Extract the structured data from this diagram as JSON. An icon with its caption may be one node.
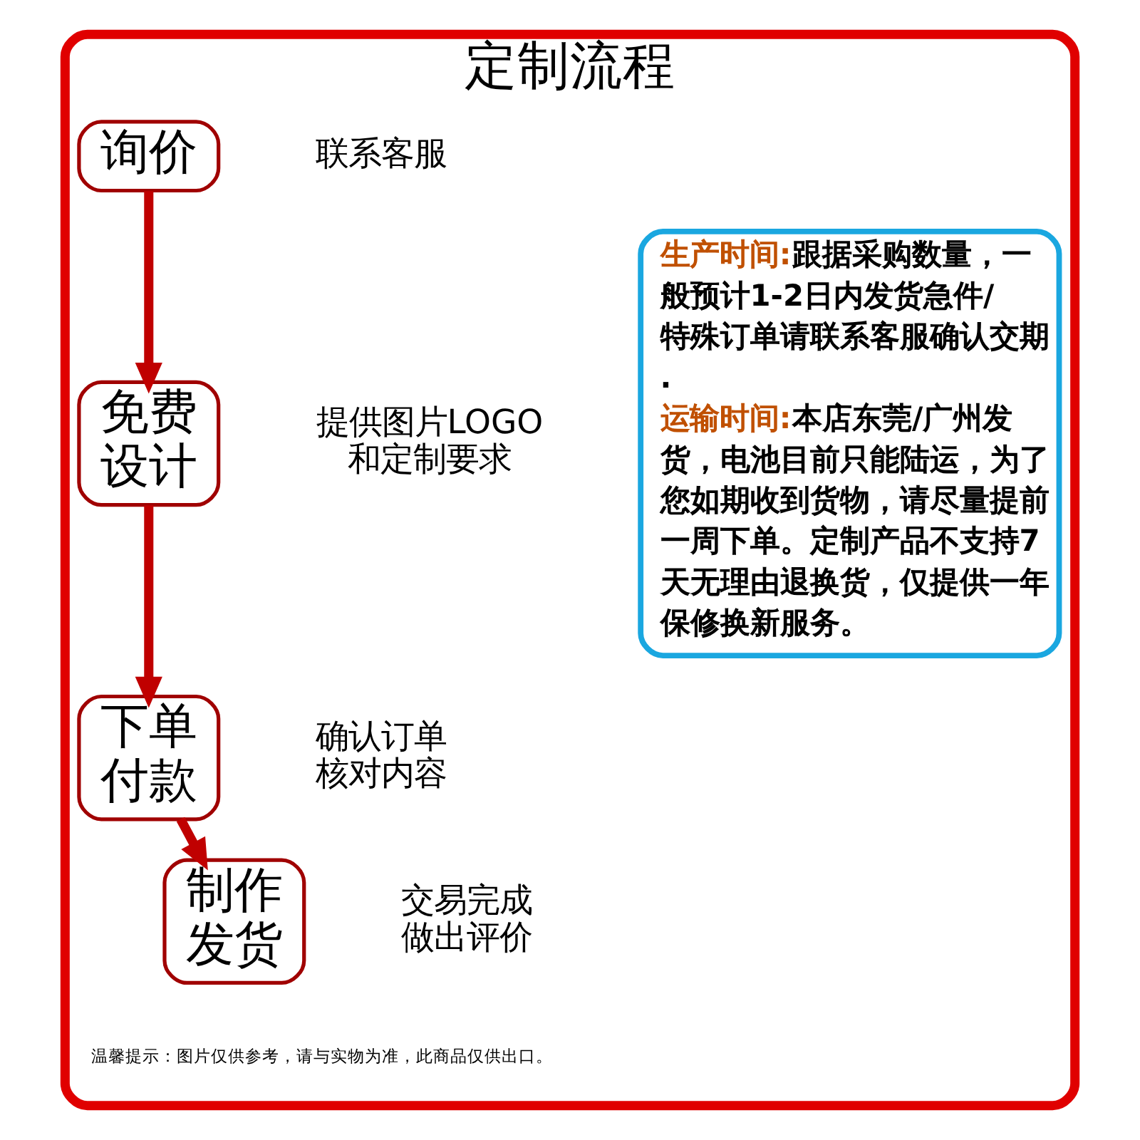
{
  "diagram": {
    "nodes": [
      {
        "text": [
          "定制流程"
        ]
      },
      {
        "text": [
          "询价"
        ],
        "in": 0,
        "beside": [
          "联系客服"
        ]
      },
      {
        "text": [
          "免费设计"
        ],
        "in": 0,
        "beside": [
          "提供图片LOGO 和定制要求"
        ]
      },
      {
        "text": [
          "下单付款"
        ],
        "in": 0,
        "beside": [
          "确认订单核对内容"
        ]
      },
      {
        "text": [
          "制作发货"
        ],
        "in": 0,
        "beside": [
          "交易完成做出评价"
        ]
      },
      {
        "text": [
          "生产时间:跟据采购数量，一般预计1-2日内发货急件/特殊订单请联系客服确认交期.",
          "运输时间:本店东莞/广州发货，电池目前只能陆运，为了您如期收到货物，请尽量提前一周下单。定制产品不支持7天无理由退换货，仅提供一年保修换新服务。"
        ],
        "in": 0
      }
    ],
    "edges": [
      {
        "from": 1,
        "to": 2,
        "arrow": "to"
      },
      {
        "from": 2,
        "to": 3,
        "arrow": "to"
      },
      {
        "from": 3,
        "to": 4,
        "arrow": "to"
      }
    ],
    "labels": [
      "温馨提示：图片仅供参考，请与实物为准，此商品仅供出口。"
    ]
  }
}
